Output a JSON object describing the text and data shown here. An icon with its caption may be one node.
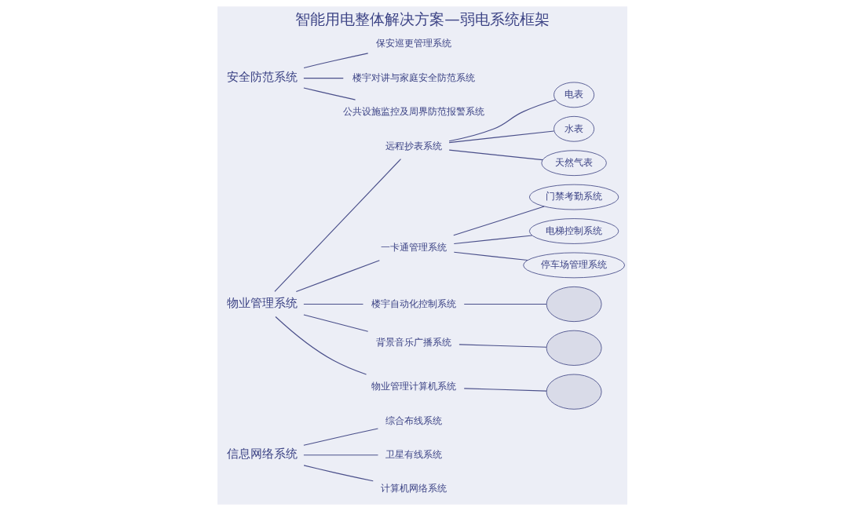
{
  "diagram": {
    "title": "智能用电整体解决方案—弱电系统框架",
    "nodes": [
      {
        "text": [
          "信息网络系统"
        ]
      },
      {
        "text": [
          "综合布线系统"
        ]
      },
      {
        "text": [
          "卫星有线系统"
        ]
      },
      {
        "text": [
          "计算机网络系统"
        ]
      },
      {
        "text": [
          "物业管理系统"
        ]
      },
      {
        "text": [
          "远程抄表系统"
        ]
      },
      {
        "text": [
          "电表"
        ]
      },
      {
        "text": [
          "水表"
        ]
      },
      {
        "text": [
          "天然气表"
        ]
      },
      {
        "text": [
          "一卡通管理系统"
        ]
      },
      {
        "text": [
          "门禁考勤系统"
        ]
      },
      {
        "text": [
          "电梯控制系统"
        ]
      },
      {
        "text": [
          "停车场管理系统"
        ]
      },
      {
        "text": [
          "楼宇自动化控制系统"
        ]
      },
      {
        "text": [],
        "shape": "ellipse"
      },
      {
        "text": [
          "背景音乐广播系统"
        ]
      },
      {
        "text": [],
        "shape": "ellipse"
      },
      {
        "text": [
          "物业管理计算机系统"
        ]
      },
      {
        "text": [],
        "shape": "ellipse"
      },
      {
        "text": [
          "安全防范系统"
        ]
      },
      {
        "text": [
          "保安巡更管理系统"
        ]
      },
      {
        "text": [
          "楼宇对讲与家庭安全防范系统"
        ]
      },
      {
        "text": [
          "公共设施监控及周界防范报警系统"
        ]
      }
    ],
    "edges": [
      {
        "from": 0,
        "to": 1,
        "arrow": "none"
      },
      {
        "from": 0,
        "to": 2,
        "arrow": "none"
      },
      {
        "from": 0,
        "to": 3,
        "arrow": "none"
      },
      {
        "from": 4,
        "to": 5,
        "arrow": "none"
      },
      {
        "from": 5,
        "to": 6,
        "arrow": "none"
      },
      {
        "from": 5,
        "to": 7,
        "arrow": "none"
      },
      {
        "from": 5,
        "to": 8,
        "arrow": "none"
      },
      {
        "from": 4,
        "to": 9,
        "arrow": "none"
      },
      {
        "from": 9,
        "to": 10,
        "arrow": "none"
      },
      {
        "from": 9,
        "to": 11,
        "arrow": "none"
      },
      {
        "from": 9,
        "to": 12,
        "arrow": "none"
      },
      {
        "from": 4,
        "to": 13,
        "arrow": "none"
      },
      {
        "from": 13,
        "to": 14,
        "arrow": "none"
      },
      {
        "from": 4,
        "to": 15,
        "arrow": "none"
      },
      {
        "from": 15,
        "to": 16,
        "arrow": "none"
      },
      {
        "from": 4,
        "to": 17,
        "arrow": "none"
      },
      {
        "from": 17,
        "to": 18,
        "arrow": "none"
      },
      {
        "from": 19,
        "to": 20,
        "arrow": "none"
      },
      {
        "from": 19,
        "to": 21,
        "arrow": "none"
      },
      {
        "from": 19,
        "to": 22,
        "arrow": "none"
      }
    ]
  }
}
